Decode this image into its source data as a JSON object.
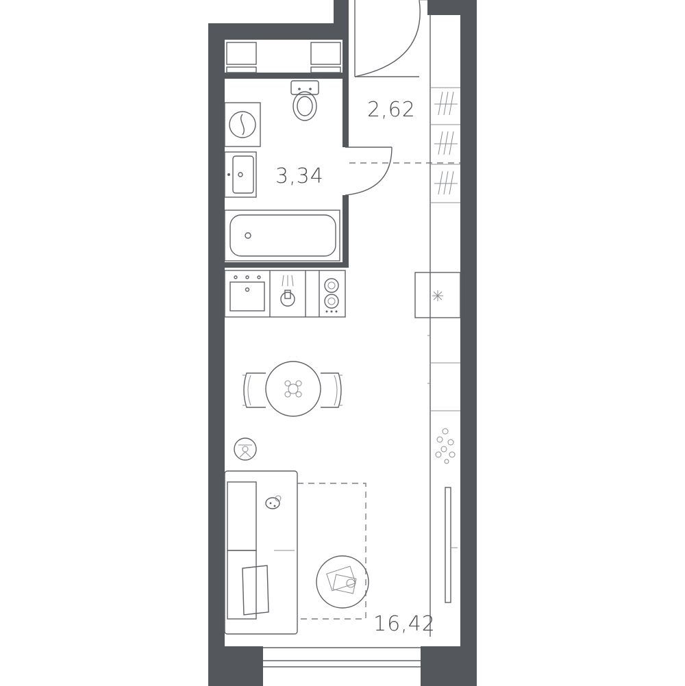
{
  "rooms": {
    "bathroom": {
      "area": "3,34"
    },
    "hall": {
      "area": "2,62"
    },
    "living": {
      "area": "16,42"
    }
  },
  "colors": {
    "wall": "#54575c",
    "line": "#5d6066",
    "background": "#ffffff"
  }
}
